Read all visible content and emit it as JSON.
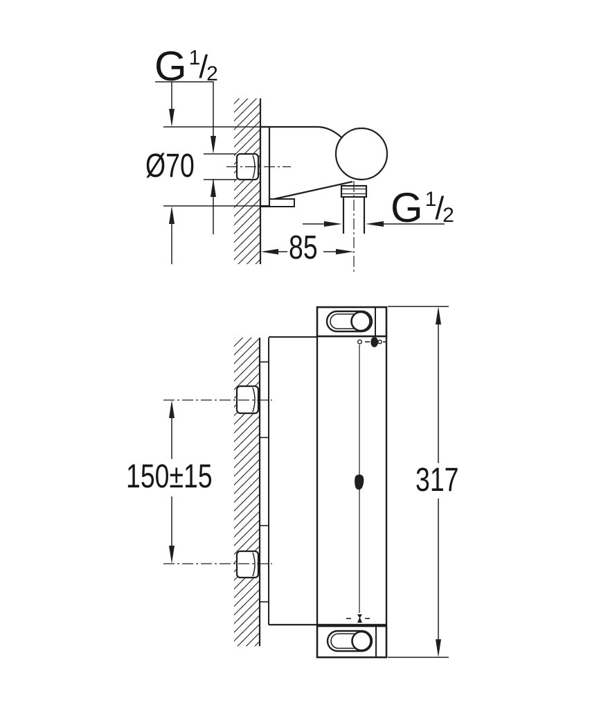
{
  "drawing": {
    "background": "#ffffff",
    "line_color": "#1f1f1f",
    "hatch_color": "#3a3a3a",
    "views": {
      "side_view": {
        "dimensions": {
          "inlet_thread": {
            "prefix": "G",
            "numerator": "1",
            "separator": "/",
            "denominator": "2"
          },
          "flange_diameter": {
            "text": "Ø70"
          },
          "outlet_thread": {
            "prefix": "G",
            "numerator": "1",
            "separator": "/",
            "denominator": "2"
          },
          "wall_to_outlet_axis": {
            "text": "85"
          }
        }
      },
      "front_view": {
        "dimensions": {
          "connection_spacing": {
            "text": "150±15"
          },
          "overall_height": {
            "text": "317"
          }
        }
      }
    }
  }
}
